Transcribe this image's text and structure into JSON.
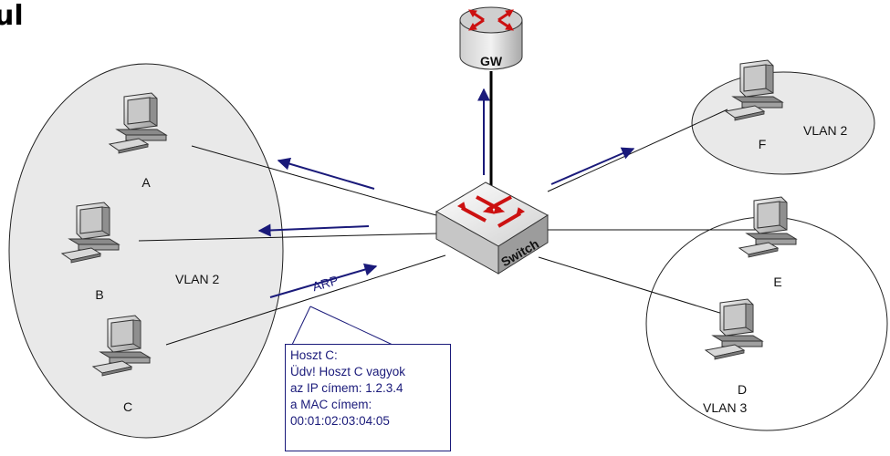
{
  "title": "ul",
  "gateway": {
    "label": "GW"
  },
  "switch": {
    "label": "Switch"
  },
  "hosts": {
    "a": "A",
    "b": "B",
    "c": "C",
    "d": "D",
    "e": "E",
    "f": "F"
  },
  "vlans": {
    "left": "VLAN 2",
    "top_right": "VLAN 2",
    "bottom_right": "VLAN 3"
  },
  "arp_label": "ARP",
  "callout": {
    "lines": [
      "Hoszt C:",
      "Üdv! Hoszt C vagyok",
      "az IP címem: 1.2.3.4",
      "a MAC címem:",
      "00:01:02:03:04:05"
    ]
  },
  "colors": {
    "arrow": "#1a1a7a",
    "vlan_fill": "#e9e9e9",
    "switch_arrow": "#cc1111"
  }
}
